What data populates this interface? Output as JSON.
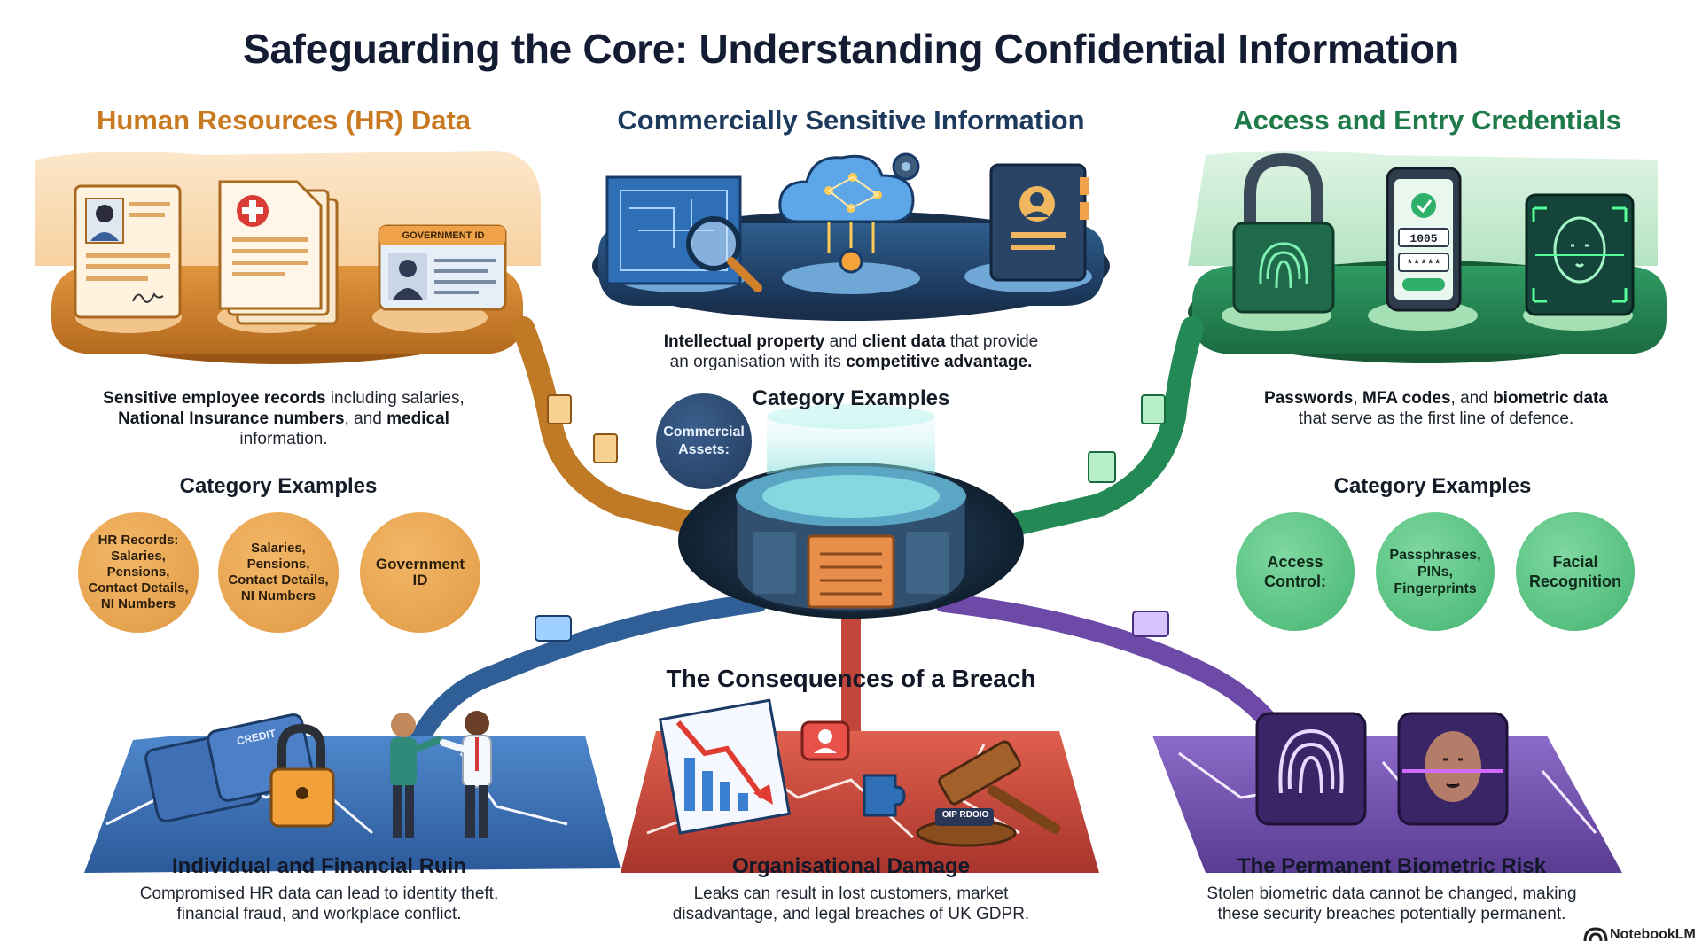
{
  "title": "Safeguarding the Core: Understanding Confidential Information",
  "colors": {
    "hr": "#c9791f",
    "commercial": "#1d3a5c",
    "credentials": "#1f7a4a",
    "breach_red": "#c74436",
    "breach_blue": "#3563a6",
    "breach_purple": "#6b4aa6"
  },
  "hr": {
    "title": "Human Resources (HR) Data",
    "desc_bold1": "Sensitive employee records",
    "desc_text1": " including salaries,",
    "desc_bold2": "National Insurance numbers",
    "desc_text2": ", and ",
    "desc_bold3": "medical",
    "desc_text3": "information.",
    "id_card_label": "GOVERNMENT ID",
    "category_heading": "Category Examples",
    "examples": [
      "HR Records: Salaries, Pensions, Contact Details, NI Numbers",
      "Salaries, Pensions, Contact Details, NI Numbers",
      "Government ID"
    ]
  },
  "commercial": {
    "title": "Commercially Sensitive Information",
    "desc_bold1": "Intellectual property",
    "desc_text1": " and ",
    "desc_bold2": "client data",
    "desc_text2": " that provide",
    "desc_text3": "an organisation with its ",
    "desc_bold3": "competitive advantage.",
    "category_heading": "Category Examples",
    "bubble": "Commercial Assets:"
  },
  "credentials": {
    "title": "Access and Entry Credentials",
    "desc_bold1": "Passwords",
    "desc_text1": ", ",
    "desc_bold2": "MFA codes",
    "desc_text2": ", and ",
    "desc_bold3": "biometric data",
    "desc_text3": "that serve as the first line of defence.",
    "phone_code": "1005",
    "phone_pin": "*****",
    "category_heading": "Category Examples",
    "examples": [
      "Access Control:",
      "Passphrases, PINs, Fingerprints",
      "Facial Recognition"
    ]
  },
  "consequences": {
    "heading": "The Consequences of a Breach",
    "items": [
      {
        "title": "Individual and Financial Ruin",
        "desc1": "Compromised HR data can lead to identity theft,",
        "desc2": "financial fraud, and workplace conflict.",
        "card_label": "CREDIT"
      },
      {
        "title": "Organisational Damage",
        "desc1": "Leaks can result in lost customers, market",
        "desc2": "disadvantage, and legal breaches of UK GDPR.",
        "gavel_label": "OIP RDOIO"
      },
      {
        "title": "The Permanent Biometric Risk",
        "desc1": "Stolen biometric data cannot be changed, making",
        "desc2": "these security breaches potentially permanent."
      }
    ]
  },
  "brand": "NotebookLM"
}
